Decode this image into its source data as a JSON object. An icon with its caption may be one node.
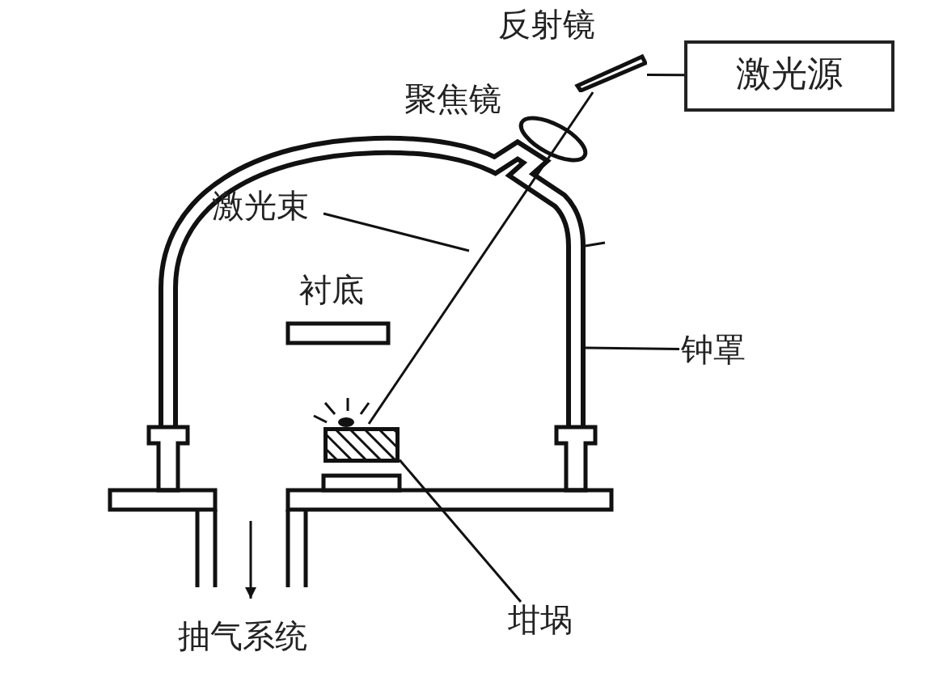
{
  "diagram": {
    "nodes": [
      {
        "text": [
          "激光源"
        ]
      },
      {
        "text": [],
        "shape": "bar"
      },
      {
        "text": [
          "激光束"
        ]
      },
      {
        "text": [
          "钟罩"
        ]
      },
      {
        "text": [],
        "shape": "box"
      },
      {
        "text": [
          "坩埚"
        ]
      }
    ],
    "edges": [
      {
        "from": 0,
        "to": 1,
        "arrow": "none"
      },
      {
        "from": 1,
        "to": 4,
        "arrow": "none"
      },
      {
        "from": 2,
        "to": null,
        "arrow": "none"
      },
      {
        "from": 3,
        "to": null,
        "arrow": "none"
      },
      {
        "from": 5,
        "to": 4,
        "arrow": "none"
      }
    ],
    "labels": [
      "反射镜",
      "聚焦镜",
      "衬底",
      "抽气系统"
    ]
  }
}
